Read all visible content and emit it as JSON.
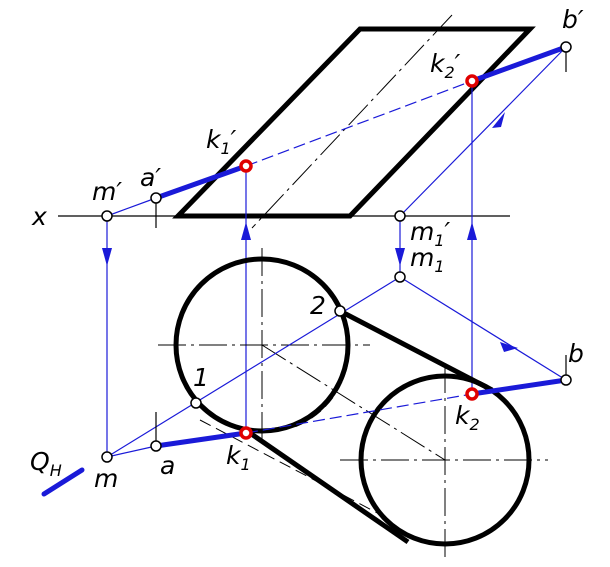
{
  "labels": {
    "x_axis": "x",
    "m_prime": "m",
    "a_prime": "a",
    "k1_prime": "k",
    "k2_prime": "k",
    "b_prime": "b",
    "m1_prime": "m",
    "m1": "m",
    "one": "1",
    "two": "2",
    "b": "b",
    "k2": "k",
    "k1": "k",
    "a": "a",
    "m": "m",
    "q_h": "Q"
  },
  "subscripts": {
    "k1_prime": "1",
    "k2_prime": "2",
    "m1_prime": "1",
    "m1": "1",
    "k2": "2",
    "k1": "1",
    "q_h": "H"
  },
  "primes": {
    "m_prime": "′",
    "a_prime": "′",
    "k1_prime": "′",
    "k2_prime": "′",
    "b_prime": "′",
    "m1_prime": "′"
  },
  "colors": {
    "line": "#000000",
    "projection": "#1a1ad8",
    "intersection_point": "#e00000"
  }
}
